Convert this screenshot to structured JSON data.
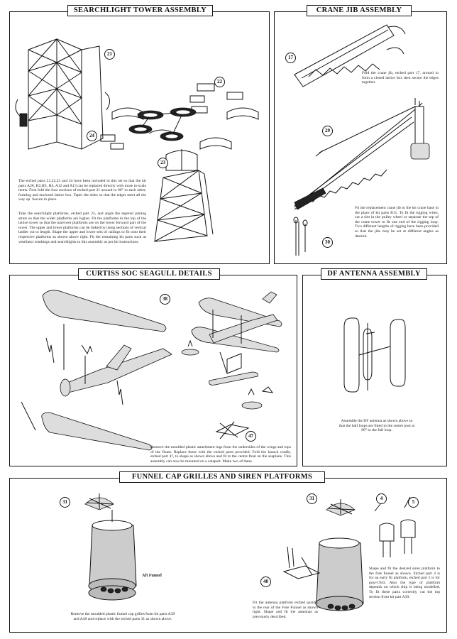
{
  "sections": {
    "searchlight": {
      "title": "SEARCHLIGHT TOWER ASSEMBLY",
      "parts": [
        "21",
        "22",
        "23",
        "24"
      ],
      "text1": "The etched parts 21,22,23 and 24 have been included in this set so that the kit parts A28, H2,H3, H4, A12 and A13 can be replaced directly with more to-scale items. First fold the four sections of etched part 21 around to 90° to each other, forming and enclosed lattice box. Taper the sides so that the edges meet all the way up. Secure in place.",
      "text2": "Take the searchlight platforms, etched part 23, and angle the tapered joining struts so that the wider platforms are higher. Fit the platforms to the top of the lattice tower so that the narrower platforms are on the lower forward part of the tower. The upper and lower platforms can be linked by using sections of vertical ladder cut to length. Shape the upper and lower sets of railings to fit onto their respective platforms as shown above right. Fit the remaining kit parts such as ventilator trunkings and searchlights to this assembly as per kit instructions."
    },
    "crane": {
      "title": "CRANE JIB ASSEMBLY",
      "parts": [
        "17",
        "29",
        "30"
      ],
      "text1": "Fold the crane jib, etched part 17, around to form a closed lattice box then secure the edges together.",
      "text2": "Fit the replacement crane jib to the kit crane base in the place of kit parts B11. To fit the rigging wires, cut a slot in the pulley wheel or separate the top of the crane tower to fit one end of the rigging loop. Two different lengths of rigging have been provided so that the jibs may be set at different angles as desired."
    },
    "curtiss": {
      "title": "CURTISS SOC SEAGULL DETAILS",
      "parts": [
        "38",
        "47"
      ],
      "text": "Remove the moulded plastic attachment lugs from the undersides of the wings and tops of the floats. Replace these with the etched parts provided. Fold the launch cradle, etched part 47, to shape as shown above and fit to the centre float on the seaplane. This assembly can now be mounted on a catapult. Make two of these."
    },
    "df": {
      "title": "DF ANTENNA ASSEMBLY",
      "text": "Assemble the DF antenna as shown above so that the ball loops are fitted to the centre post at 90° to the full loop."
    },
    "funnel": {
      "title": "FUNNEL CAP GRILLES AND SIREN PLATFORMS",
      "parts": [
        "31",
        "31",
        "4",
        "5",
        "40"
      ],
      "aft_label": "Aft Funnel",
      "text1": "Remove the moulded plastic funnel cap grilles from kit parts A39 and A40 and replace with the etched parts 31 as shown above.",
      "text2": "Fit the antenna platform etched part40, to the rear of the Fore Funnel as shown right. Shape and fit the antennas as previously described.",
      "text3": "Shape and fit the desired siren platform to the fore funnel as shown. Etched part 4 is for an early fit platform, etched part 5 is for post-1943. Also the type of platform depends on which ship is being modelled. To fit these parts correctly, cut the top section from kit part A39."
    }
  }
}
